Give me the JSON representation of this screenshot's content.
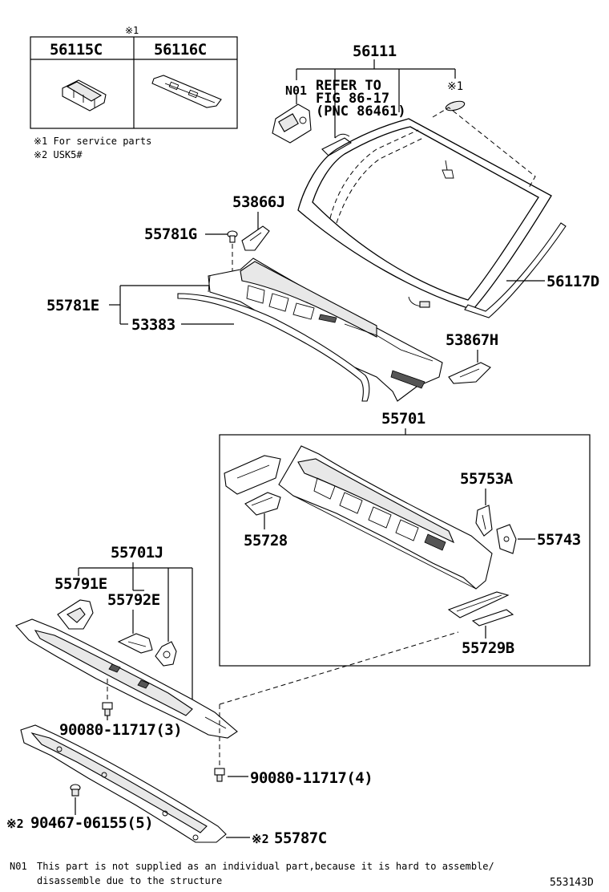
{
  "service_box": {
    "mark": "※1",
    "col1": "56115C",
    "col2": "56116C",
    "note1": "※1 For service parts",
    "note2": "※2 USK5#"
  },
  "windshield": {
    "group": "56111",
    "n01": "N01",
    "refer_line1": "REFER TO",
    "refer_line2": "FIG 86-17",
    "refer_line3": "(PNC 86461)",
    "mark1": "※1"
  },
  "parts": {
    "p53866J": "53866J",
    "p55781G": "55781G",
    "p55781E": "55781E",
    "p53383": "53383",
    "p56117D": "56117D",
    "p53867H": "53867H",
    "p55701": "55701",
    "p55753A": "55753A",
    "p55728": "55728",
    "p55743": "55743",
    "p55729B": "55729B",
    "p55701J": "55701J",
    "p55791E": "55791E",
    "p55792E": "55792E",
    "p9008011717_3": "90080-11717(3)",
    "p9008011717_4": "90080-11717(4)",
    "p9046706155_5": "90467-06155(5)",
    "mark2a": "※2",
    "mark2b": "※2",
    "p55787C": "55787C"
  },
  "footer": {
    "n01": "N01",
    "line1": "This part is not supplied as an individual part,because it is hard to assemble/",
    "line2": "disassemble due to the structure",
    "code": "553143D"
  }
}
